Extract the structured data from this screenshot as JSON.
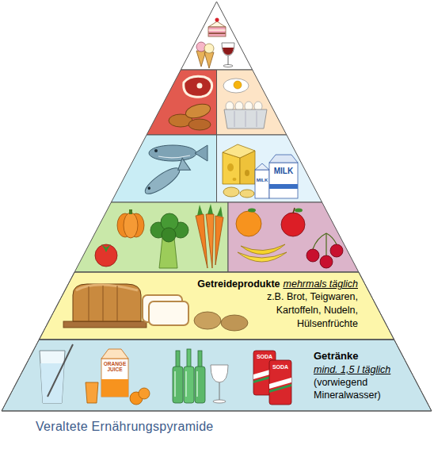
{
  "diagram": {
    "caption": "Veraltete Ernährungspyramide",
    "nodes": [
      {
        "text": [
          "Getreideprodukte",
          "mehrmals täglich",
          "z.B. Brot, Teigwaren, Kartoffeln, Nudeln, Hülsenfrüchte"
        ]
      },
      {
        "text": [
          "Getränke",
          "mind. 1,5 l täglich",
          "(vorwiegend Mineralwasser)"
        ]
      }
    ],
    "labels": [
      "MILK",
      "MILK",
      "ORANGE JUICE",
      "SODA",
      "SODA"
    ]
  }
}
